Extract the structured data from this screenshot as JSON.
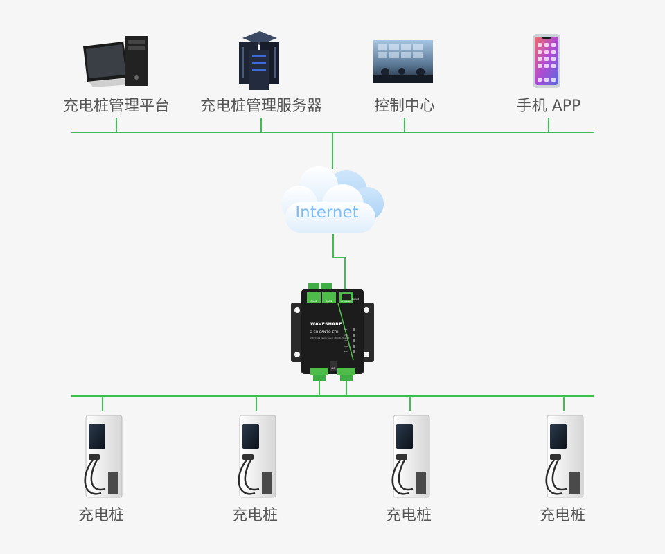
{
  "top_devices": [
    {
      "label": "充电桩管理平台",
      "icon": "desktop-computer-icon"
    },
    {
      "label": "充电桩管理服务器",
      "icon": "server-rack-icon"
    },
    {
      "label": "控制中心",
      "icon": "control-center-icon"
    },
    {
      "label": "手机 APP",
      "icon": "smartphone-icon"
    }
  ],
  "cloud": {
    "label": "Internet",
    "icon": "cloud-icon"
  },
  "gateway": {
    "brand": "WAVESHARE",
    "model": "2-CH-CAN-TO-ETH",
    "subtitle": "2-Port CAN Device Server / Pain to Ethernet",
    "port_top_1": "CAN1",
    "port_top_2": "CAN2",
    "port_eth": "ETHERNET",
    "reset": "Reload",
    "leds": [
      "ACT",
      "LINK",
      "CAN1",
      "CAN2",
      "PWR"
    ],
    "bottom_tag": "DC",
    "icon": "can-to-ethernet-gateway-icon"
  },
  "chargers": [
    {
      "label": "充电桩",
      "icon": "charging-pile-icon"
    },
    {
      "label": "充电桩",
      "icon": "charging-pile-icon"
    },
    {
      "label": "充电桩",
      "icon": "charging-pile-icon"
    },
    {
      "label": "充电桩",
      "icon": "charging-pile-icon"
    }
  ],
  "colors": {
    "wire": "#3dbf4f",
    "cloud_text": "#7fbdf0",
    "background": "#f6f6f6"
  }
}
